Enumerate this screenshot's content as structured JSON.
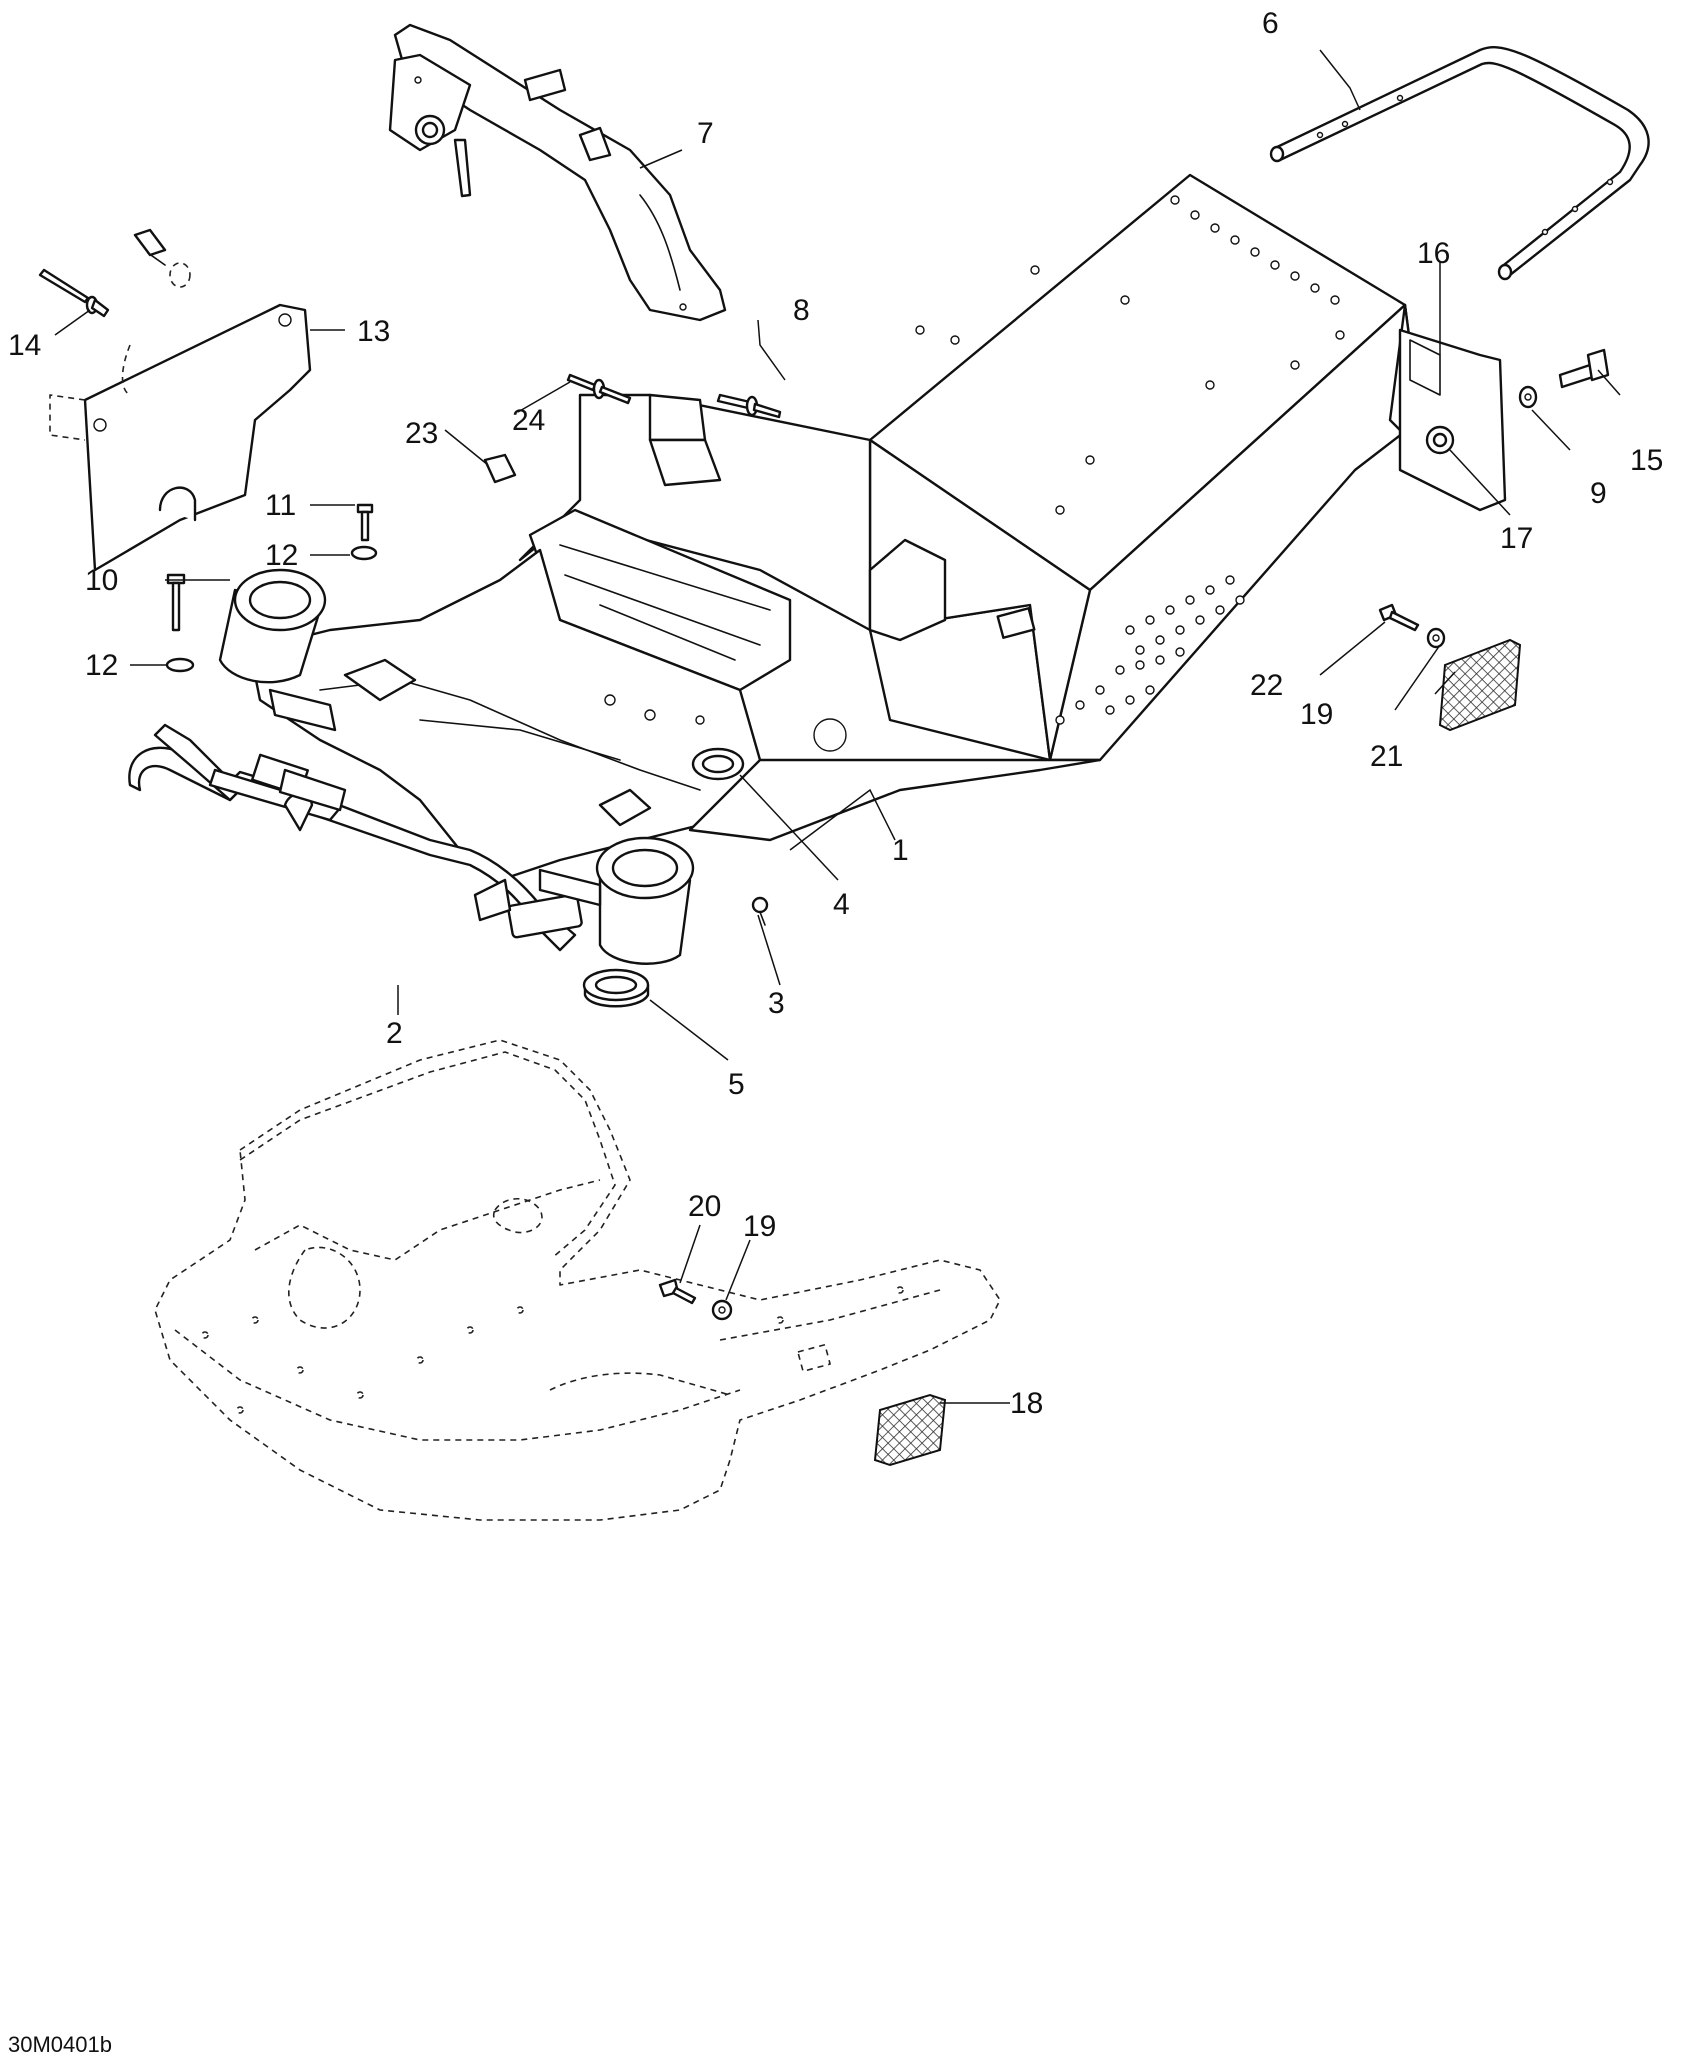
{
  "callouts": [
    {
      "id": "1",
      "label": "1"
    },
    {
      "id": "2",
      "label": "2"
    },
    {
      "id": "3",
      "label": "3"
    },
    {
      "id": "4",
      "label": "4"
    },
    {
      "id": "5",
      "label": "5"
    },
    {
      "id": "6",
      "label": "6"
    },
    {
      "id": "7",
      "label": "7"
    },
    {
      "id": "8",
      "label": "8"
    },
    {
      "id": "9",
      "label": "9"
    },
    {
      "id": "10",
      "label": "10"
    },
    {
      "id": "11",
      "label": "11"
    },
    {
      "id": "12a",
      "label": "12"
    },
    {
      "id": "12b",
      "label": "12"
    },
    {
      "id": "13",
      "label": "13"
    },
    {
      "id": "14",
      "label": "14"
    },
    {
      "id": "15",
      "label": "15"
    },
    {
      "id": "16",
      "label": "16"
    },
    {
      "id": "17",
      "label": "17"
    },
    {
      "id": "18",
      "label": "18"
    },
    {
      "id": "19a",
      "label": "19"
    },
    {
      "id": "19b",
      "label": "19"
    },
    {
      "id": "20",
      "label": "20"
    },
    {
      "id": "21",
      "label": "21"
    },
    {
      "id": "22",
      "label": "22"
    },
    {
      "id": "23",
      "label": "23"
    },
    {
      "id": "24",
      "label": "24"
    }
  ],
  "reference_code": "30M0401b"
}
